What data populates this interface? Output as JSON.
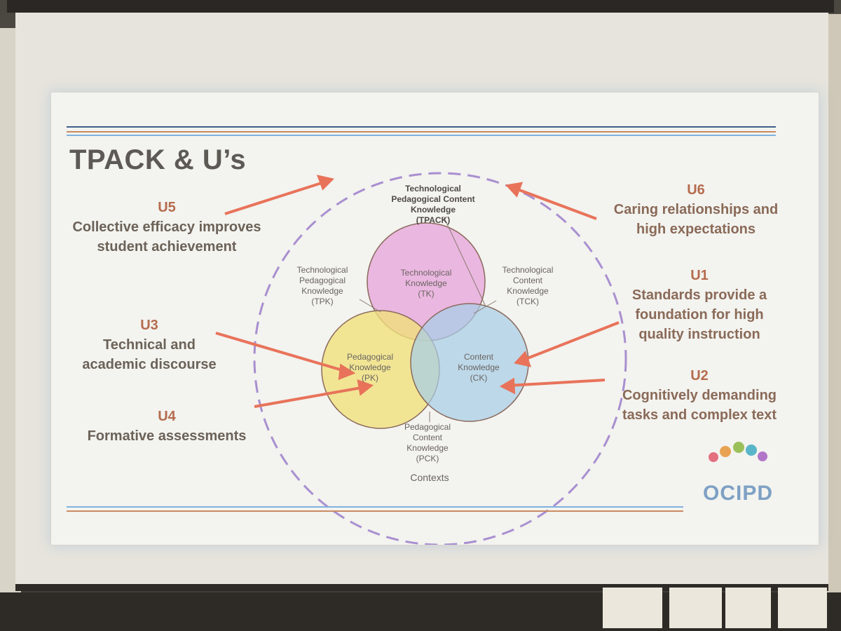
{
  "slide": {
    "title": "TPACK & U’s",
    "u_items": [
      {
        "id": "U5",
        "text": "Collective efficacy improves student achievement"
      },
      {
        "id": "U6",
        "text": "Caring relationships and high expectations"
      },
      {
        "id": "U1",
        "text": "Standards provide a foundation for high quality instruction"
      },
      {
        "id": "U3",
        "text": "Technical and academic discourse"
      },
      {
        "id": "U2",
        "text": "Cognitively demanding tasks and complex text"
      },
      {
        "id": "U4",
        "text": "Formative assessments"
      }
    ],
    "diagram": {
      "tpack": "Technological\nPedagogical Content\nKnowledge\n(TPACK)",
      "tpk": "Technological\nPedagogical\nKnowledge\n(TPK)",
      "tck": "Technological\nContent\nKnowledge\n(TCK)",
      "pck": "Pedagogical\nContent\nKnowledge\n(PCK)",
      "tk": "Technological\nKnowledge\n(TK)",
      "pk": "Pedagogical\nKnowledge\n(PK)",
      "ck": "Content\nKnowledge\n(CK)",
      "contexts": "Contexts"
    },
    "logo": {
      "name": "OCIPD"
    },
    "colors": {
      "tk": "#e7a8dc",
      "pk": "#f0e07a",
      "ck": "#a8cde6",
      "arrow": "#e8735a",
      "dash": "#a98fd0"
    }
  }
}
